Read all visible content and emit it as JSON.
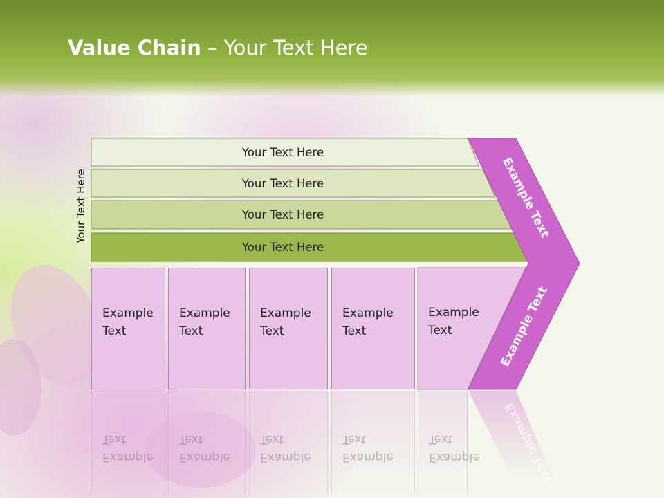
{
  "title": {
    "bold": "Value Chain",
    "rest": " – Your Text Here"
  },
  "side_label": "Your Text Here",
  "bars": [
    {
      "label": "Your Text Here",
      "color": "#ecf1df"
    },
    {
      "label": "Your Text Here",
      "color": "#dde6c0"
    },
    {
      "label": "Your Text Here",
      "color": "#c9d79b"
    },
    {
      "label": "Your Text Here",
      "color": "#9db84c"
    }
  ],
  "boxes": [
    {
      "label": "Example Text"
    },
    {
      "label": "Example Text"
    },
    {
      "label": "Example Text"
    },
    {
      "label": "Example Text"
    },
    {
      "label": "Example Text"
    }
  ],
  "chevron": {
    "upper": "Example Text",
    "lower": "Example Text",
    "color": "#cc66cc"
  }
}
